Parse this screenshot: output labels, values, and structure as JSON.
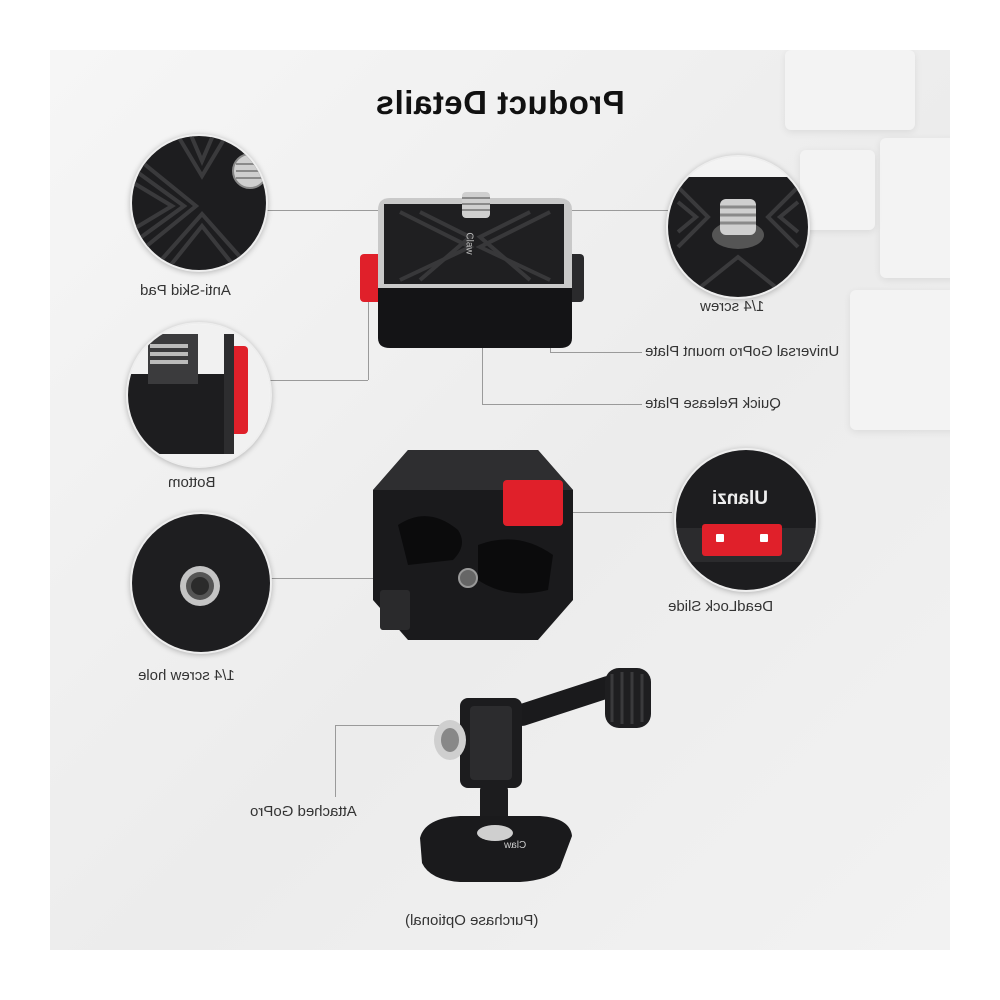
{
  "title": "Product Details",
  "labels": {
    "anti_skid_pad": "Anti-Skid Pad",
    "screw_quarter": "1/4 screw",
    "universal_plate": "Universal  GoPro mount Plate",
    "quick_release": "Quick Release Plate",
    "bottom": "Bottom",
    "deadlock_slide": "DeadLock Slide",
    "screw_hole": "1/4 screw hole",
    "attached_gopro": "Attached GoPro",
    "purchase_optional": "(Purchase Optional)"
  },
  "engravings": {
    "brand": "Ulanzi",
    "plate_mark": "Claw"
  },
  "colors": {
    "accent_red": "#e0202a",
    "metal_black": "#1c1c1e",
    "silver": "#c9c9c9"
  }
}
